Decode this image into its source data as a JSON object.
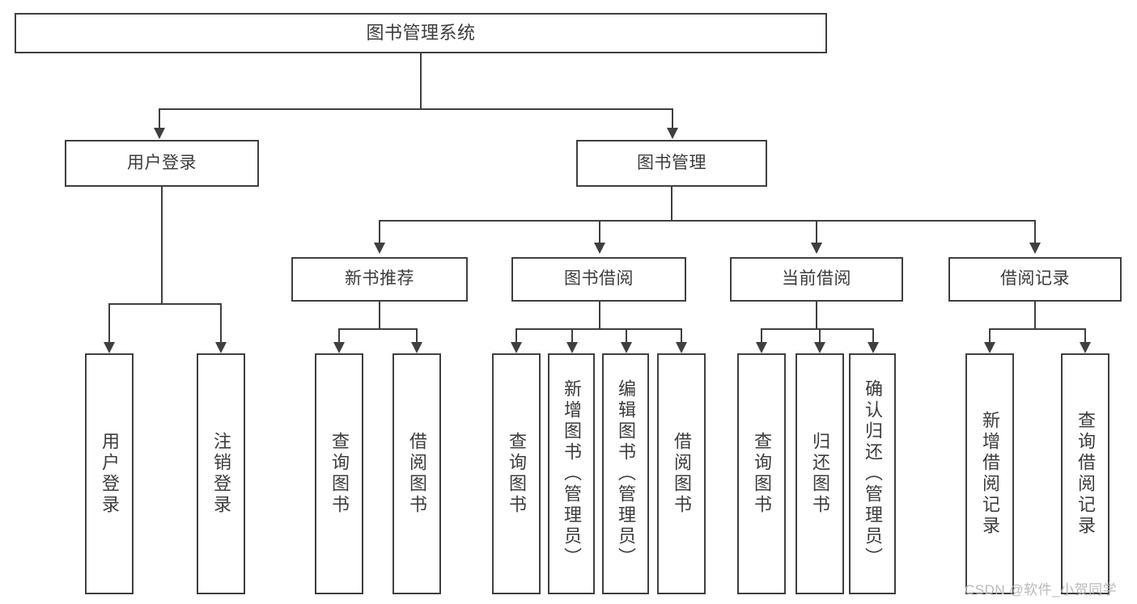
{
  "diagram": {
    "title": "图书管理系统",
    "type": "tree",
    "watermark": "CSDN @软件_小贺同学",
    "colors": {
      "stroke": "#3f3f3f",
      "text": "#3c3c3c",
      "background": "#ffffff",
      "watermark": "#b9b9b9"
    },
    "root": {
      "label": "图书管理系统"
    },
    "level2": [
      {
        "label": "用户登录"
      },
      {
        "label": "图书管理"
      }
    ],
    "level3": [
      {
        "label": "新书推荐"
      },
      {
        "label": "图书借阅"
      },
      {
        "label": "当前借阅"
      },
      {
        "label": "借阅记录"
      }
    ],
    "leaves": {
      "user_login": [
        {
          "label": "用户登录"
        },
        {
          "label": "注销登录"
        }
      ],
      "new_book_recommend": [
        {
          "label": "查询图书"
        },
        {
          "label": "借阅图书"
        }
      ],
      "book_borrow": [
        {
          "label": "查询图书"
        },
        {
          "label": "新增图书（管理员）"
        },
        {
          "label": "编辑图书（管理员）"
        },
        {
          "label": "借阅图书"
        }
      ],
      "current_borrow": [
        {
          "label": "查询图书"
        },
        {
          "label": "归还图书"
        },
        {
          "label": "确认归还（管理员）"
        }
      ],
      "borrow_record": [
        {
          "label": "新增借阅记录"
        },
        {
          "label": "查询借阅记录"
        }
      ]
    }
  }
}
